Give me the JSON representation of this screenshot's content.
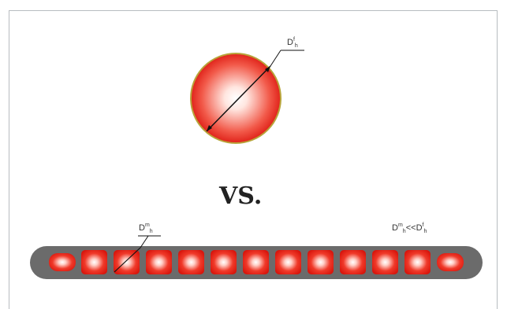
{
  "labels": {
    "large_diameter": {
      "base": "D",
      "sup": "f",
      "sub": "h"
    },
    "small_diameter": {
      "base": "D",
      "sup": "m",
      "sub": "h"
    },
    "comparison": {
      "left": {
        "base": "D",
        "sup": "m",
        "sub": "h"
      },
      "operator": "<<",
      "right": {
        "base": "D",
        "sup": "f",
        "sub": "h"
      }
    },
    "vs": "VS."
  },
  "colors": {
    "sphere_edge": "#e0231a",
    "sphere_rim": "#b8a43a",
    "channel": "#6b6b6b",
    "droplet": "#e8231a"
  },
  "droplets": {
    "count": 13
  }
}
